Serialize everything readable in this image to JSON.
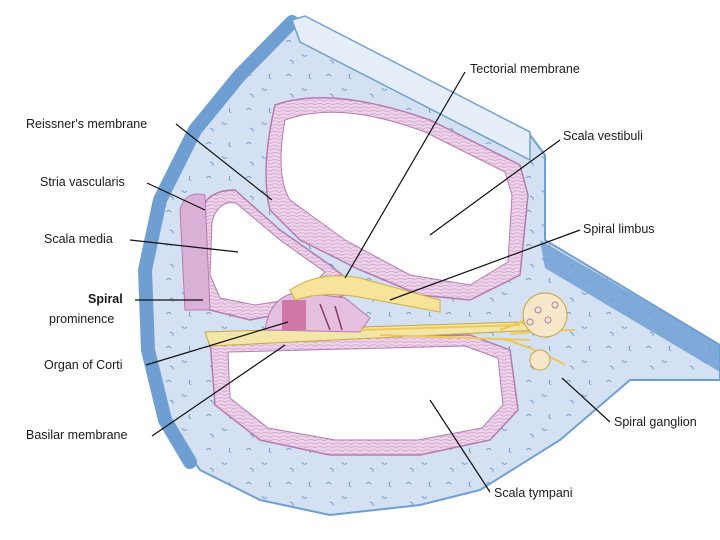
{
  "labels": {
    "reissners_membrane": "Reissner's membrane",
    "stria_vascularis": "Stria vascularis",
    "scala_media": "Scala media",
    "spiral_prominence_line1": "Spiral",
    "spiral_prominence_line2": "prominence",
    "organ_of_corti": "Organ of Corti",
    "basilar_membrane": "Basilar membrane",
    "tectorial_membrane": "Tectorial membrane",
    "scala_vestibuli": "Scala vestibuli",
    "spiral_limbus": "Spiral limbus",
    "spiral_ganglion": "Spiral ganglion",
    "scala_tympani": "Scala tympani"
  },
  "colors": {
    "bone_dark": "#6f9fd2",
    "bone_light": "#c9daf0",
    "bone_pale": "#dde8f6",
    "membrane": "#e8c8e4",
    "membrane_edge": "#b77ab0",
    "cavity": "#ffffff",
    "nerve": "#f5d77a",
    "organ": "#c9679a"
  }
}
